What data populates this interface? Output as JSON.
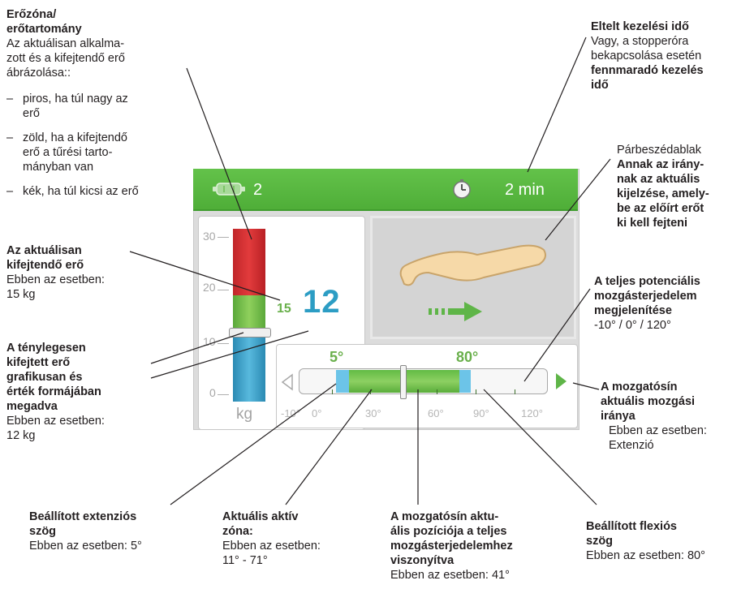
{
  "device": {
    "top_bar": {
      "left_value": "2",
      "right_value": "2 min"
    },
    "force_scale": {
      "ticks": [
        "30",
        "20",
        "10",
        "0"
      ],
      "unit": "kg"
    },
    "target_force": "15",
    "actual_force": "12",
    "range_bar": {
      "extension_label": "5°",
      "flexion_label": "80°",
      "axis_ticks": [
        "-10°",
        "0°",
        "30°",
        "60°",
        "90°",
        "120°"
      ]
    },
    "colors": {
      "green": "#4fae38",
      "red": "#d32f2f",
      "blue": "#3a9fc9",
      "accent_value": "#2c9dc4",
      "target_value": "#6ab04c"
    },
    "icons": [
      "battery-icon",
      "clock-icon",
      "leg-icon",
      "arrow-right-icon"
    ]
  },
  "annotations": {
    "force_zone": {
      "title1": "Erőzóna/",
      "title2": "erőtartomány",
      "lines": [
        "Az aktuálisan alkalma-",
        "zott és a kifejtendő  erő",
        "ábrázolása::"
      ],
      "bullets": [
        [
          "piros, ha túl nagy az",
          "erő"
        ],
        [
          "zöld, ha a kifejtendő",
          "erő a tűrési tarto-",
          "mányban van"
        ],
        [
          "kék, ha túl kicsi az erő"
        ]
      ]
    },
    "target_force": {
      "title": [
        "Az aktuálisan",
        "kifejtendő erő"
      ],
      "lines": [
        "Ebben az esetben:",
        "15 kg"
      ]
    },
    "actual_force": {
      "title": [
        "A ténylegesen",
        "kifejtett erő",
        "grafikusan és",
        "érték formájában",
        "megadva"
      ],
      "lines": [
        "Ebben az esetben:",
        "12 kg"
      ]
    },
    "elapsed_time": {
      "title": "Eltelt kezelési idő",
      "lines": [
        "Vagy, a stopperóra",
        "bekapcsolása esetén"
      ],
      "title2": [
        "fennmaradó kezelés",
        "idő"
      ]
    },
    "dialog": {
      "line1": "Párbeszédablak",
      "title": [
        "Annak az irány-",
        "nak az aktuális",
        "kijelzése, amely-",
        "be  az előírt erőt",
        "ki kell fejteni"
      ]
    },
    "full_range": {
      "title": [
        "A teljes potenciális",
        "mozgásterjedelem",
        "megjelenítése"
      ],
      "lines": [
        "-10° / 0° / 120°"
      ]
    },
    "motion_direction": {
      "title": [
        "A mozgatósín",
        "aktuális mozgási",
        "iránya"
      ],
      "lines": [
        "Ebben az esetben:",
        "Extenzió"
      ]
    },
    "extension_angle": {
      "title": [
        "Beállított extenziós",
        "szög"
      ],
      "lines": [
        "Ebben az esetben: 5°"
      ]
    },
    "active_zone": {
      "title": [
        "Aktuális aktív",
        "zóna:"
      ],
      "lines": [
        "Ebben az esetben:",
        "11° - 71°"
      ]
    },
    "position": {
      "title": [
        "A mozgatósín aktu-",
        "ális pozíciója a teljes",
        "mozgásterjedelemhez",
        "viszonyítva"
      ],
      "lines": [
        "Ebben az esetben: 41°"
      ]
    },
    "flexion_angle": {
      "title": [
        "Beállított flexiós",
        "szög"
      ],
      "lines": [
        "Ebben az esetben:  80°"
      ]
    }
  }
}
